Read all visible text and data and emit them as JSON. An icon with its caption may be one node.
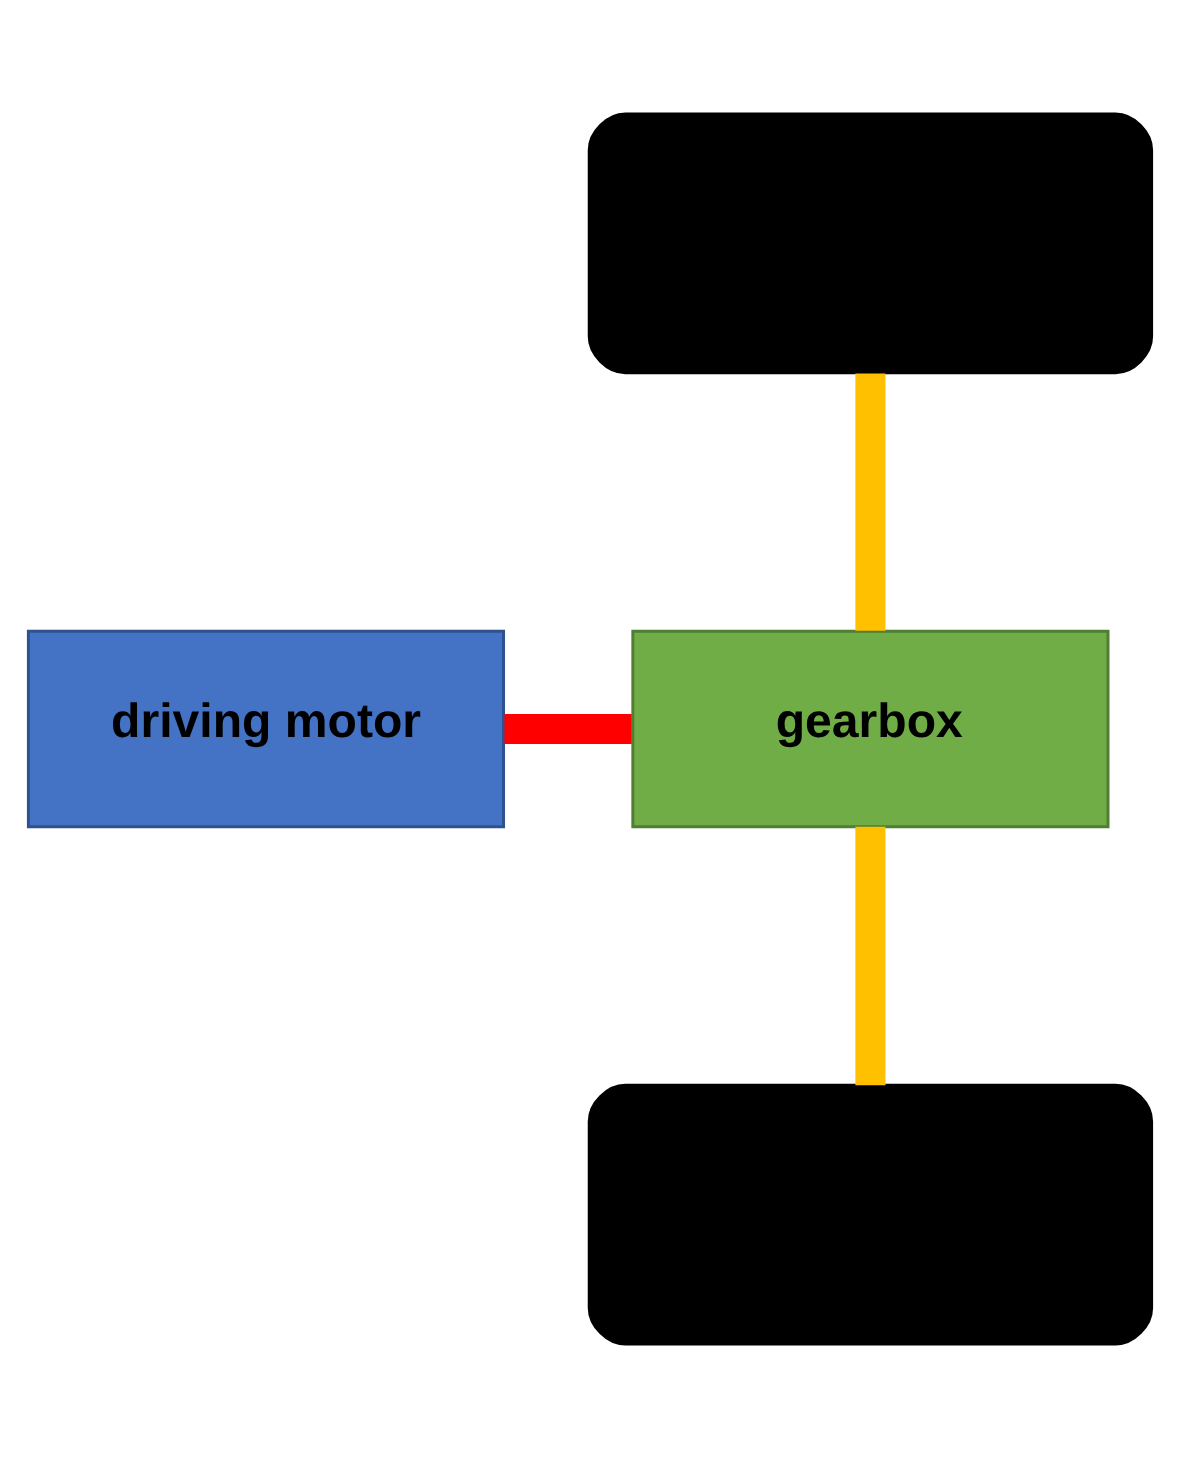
{
  "diagram": {
    "nodes": [
      {
        "text": [],
        "shape": "box"
      },
      {
        "text": [
          "driving motor"
        ]
      },
      {
        "text": [
          "gearbox"
        ]
      },
      {
        "text": [],
        "shape": "box"
      }
    ],
    "edges": [
      {
        "from": 1,
        "to": 2,
        "arrow": "none",
        "color": "#ff0000"
      },
      {
        "from": 0,
        "to": 2,
        "arrow": "none"
      },
      {
        "from": 2,
        "to": 3,
        "arrow": "none"
      }
    ]
  }
}
